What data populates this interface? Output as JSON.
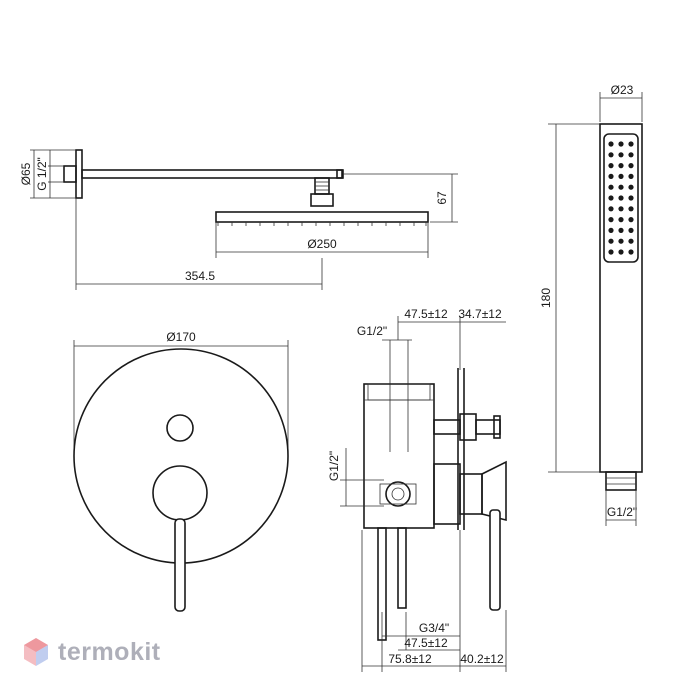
{
  "dimensions": {
    "shower_arm_flange_diameter": "Ø65",
    "shower_arm_thread": "G 1/2\"",
    "shower_head_height": "67",
    "shower_head_diameter": "Ø250",
    "shower_arm_length": "354.5",
    "plate_diameter": "Ø170",
    "valve_outlet_thread_top": "G1/2\"",
    "valve_dim_a": "47.5±12",
    "valve_dim_b": "34.7±12",
    "valve_inlet_thread": "G1/2\"",
    "valve_bottom_thread": "G3/4\"",
    "valve_dim_c": "47.5±12",
    "valve_depth_total": "75.8±12",
    "valve_projection": "40.2±12",
    "hand_shower_diameter": "Ø23",
    "hand_shower_length": "180",
    "hand_shower_thread": "G1/2\""
  },
  "watermark": {
    "brand": "termokit",
    "logo_icon": "cube-logo-icon",
    "colors": {
      "red": "#e0434f",
      "blue": "#4a6fd0",
      "grey": "#9a9ca8"
    }
  }
}
